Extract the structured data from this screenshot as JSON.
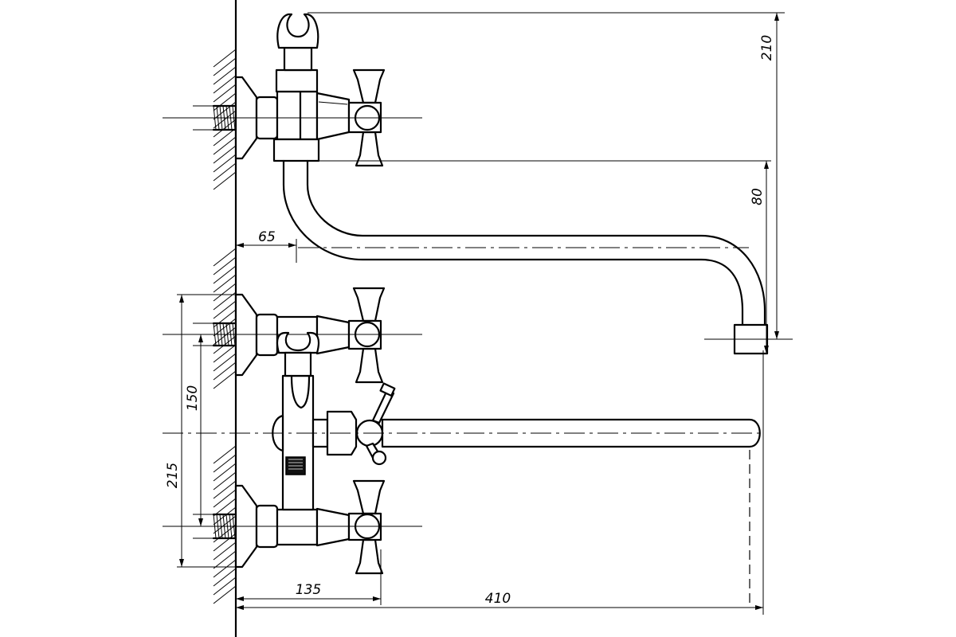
{
  "drawing": {
    "dimensions": {
      "d210": "210",
      "d80": "80",
      "d65": "65",
      "d150": "150",
      "d215": "215",
      "d135": "135",
      "d410": "410"
    }
  }
}
